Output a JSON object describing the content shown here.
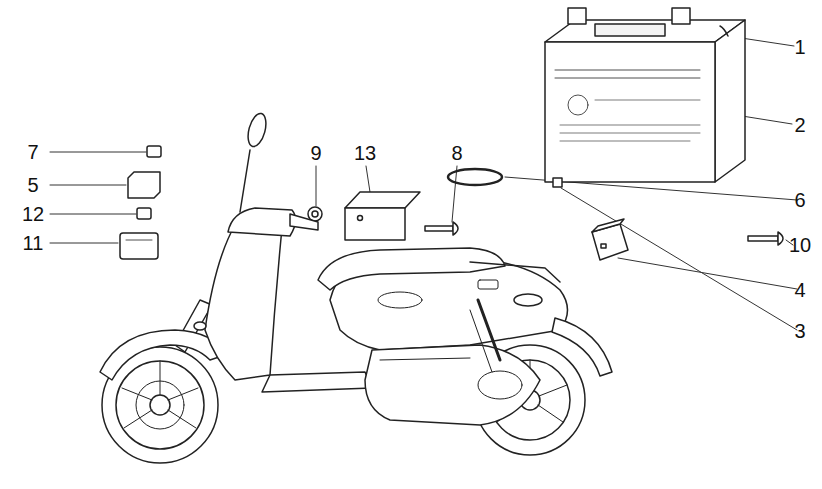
{
  "diagram": {
    "labels": [
      "7",
      "5",
      "12",
      "11",
      "9",
      "13",
      "8",
      "1",
      "2",
      "6",
      "10",
      "4",
      "3"
    ]
  }
}
